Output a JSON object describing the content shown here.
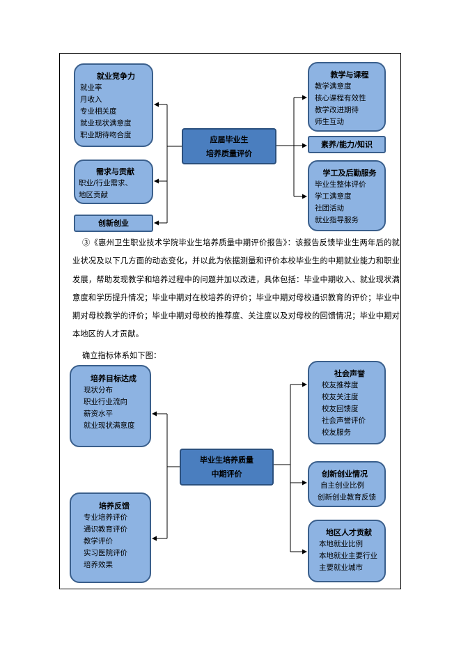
{
  "diagram1": {
    "center": [
      "应届毕业生",
      "培养质量评价"
    ],
    "left_boxes": [
      {
        "title": "就业竞争力",
        "items": [
          "就业率",
          "月收入",
          "专业相关度",
          "就业现状满意度",
          "职业期待吻合度"
        ]
      },
      {
        "title": "需求与贡献",
        "items": [
          "职业/行业需求、",
          "地区贡献"
        ]
      },
      {
        "title": "创新创业",
        "items": []
      }
    ],
    "right_boxes": [
      {
        "title": "教学与课程",
        "items": [
          "教学满意度",
          "核心课程有效性",
          "教学改进期待",
          "师生互动"
        ]
      },
      {
        "title": "素养/能力/知识",
        "items": []
      },
      {
        "title": "学工及后勤服务",
        "items": [
          "毕业生整体评价",
          "学工满意度",
          "社团活动",
          "就业指导服务"
        ]
      }
    ]
  },
  "paragraph": "③《惠州卫生职业技术学院毕业生培养质量中期评价报告》：该报告反馈毕业生两年后的就业状况及以下几方面的动态变化，并以此为依据测量和评价本校毕业生的中期就业能力和职业发展，帮助发现教学和培养过程中的问题并加以改进，具体包括：毕业中期收入、就业现状满意度和学历提升情况；毕业中期对在校培养的评价；毕业中期对母校通识教育的评价；毕业中期对母校教学的评价；毕业中期对母校的推荐度、关注度以及对母校的回馈情况；毕业中期对本地区的人才贡献。",
  "caption": "确立指标体系如下图：",
  "diagram2": {
    "center": [
      "毕业生培养质量",
      "中期评价"
    ],
    "left_boxes": [
      {
        "title": "培养目标达成",
        "items": [
          "现状分布",
          "职业行业流向",
          "薪资水平",
          "就业现状满意度"
        ]
      },
      {
        "title": "培养反馈",
        "items": [
          "专业培养评价",
          "通识教育评价",
          "教学评价",
          "实习医院评价",
          "培养效果"
        ]
      }
    ],
    "right_boxes": [
      {
        "title": "社会声誉",
        "items": [
          "校友推荐度",
          "校友关注度",
          "校友回馈度",
          "社会声誉评价",
          "校友服务"
        ]
      },
      {
        "title": "创新创业情况",
        "items": [
          "自主创业比例",
          "创新创业教育反馈"
        ]
      },
      {
        "title": "地区人才贡献",
        "items": [
          "本地就业比例",
          "本地就业主要行业",
          "主要就业城市"
        ]
      }
    ]
  }
}
